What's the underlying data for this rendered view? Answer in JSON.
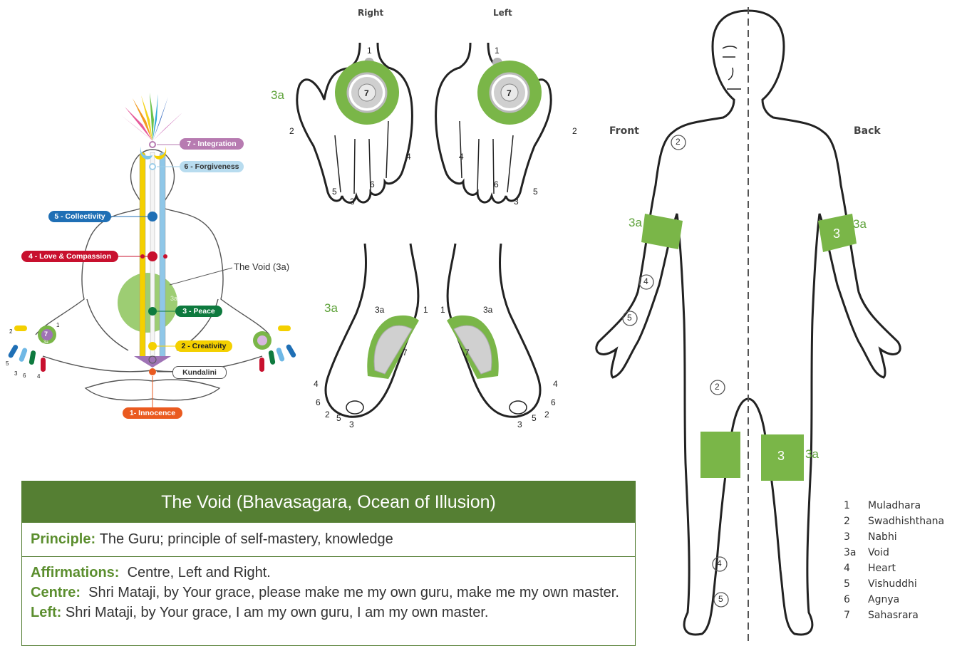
{
  "subtle_system": {
    "labels": {
      "integration": "7 - Integration",
      "forgiveness": "6 - Forgiveness",
      "collectivity": "5 - Collectivity",
      "love": "4 - Love & Compassion",
      "void": "The Void (3a)",
      "peace": "3 - Peace",
      "creativity": "2 - Creativity",
      "kundalini": "Kundalini",
      "innocence": "1- Innocence",
      "void_short": "3a"
    },
    "hand_left_nums": [
      "2",
      "7",
      "1",
      "5",
      "3",
      "6",
      "4",
      "3a"
    ],
    "colors": {
      "integration": "#b77bb1",
      "forgiveness": "#b8dcef",
      "collectivity": "#1f6fb5",
      "love": "#c8102e",
      "peace": "#0e7a3e",
      "creativity": "#f4d000",
      "innocence": "#ea5a1f",
      "void_green": "#7ab648"
    }
  },
  "hands": {
    "right_header": "Right",
    "left_header": "Left",
    "right": {
      "n1": "1",
      "n2": "2",
      "n3": "3",
      "n4": "4",
      "n5": "5",
      "n6": "6",
      "n7": "7"
    },
    "left": {
      "n1": "1",
      "n2": "2",
      "n3": "3",
      "n4": "4",
      "n5": "5",
      "n6": "6",
      "n7": "7"
    },
    "label_3a": "3a"
  },
  "feet": {
    "label_3a_big": "3a",
    "right": {
      "l3a": "3a",
      "n1": "1",
      "n7": "7",
      "n4": "4",
      "n6": "6",
      "n2": "2",
      "n5": "5",
      "n3": "3"
    },
    "left": {
      "l3a": "3a",
      "n1": "1",
      "n7": "7",
      "n4": "4",
      "n6": "6",
      "n2": "2",
      "n5": "5",
      "n3": "3"
    }
  },
  "body": {
    "front": "Front",
    "back": "Back",
    "arm_front_label": "3a",
    "arm_back_label": "3a",
    "arm_back_num": "3",
    "leg_back_num": "3",
    "leg_back_label": "3a",
    "circle_nums": [
      "2",
      "4",
      "5",
      "2",
      "4",
      "5"
    ]
  },
  "legend": [
    {
      "num": "1",
      "name": "Muladhara"
    },
    {
      "num": "2",
      "name": "Swadhishthana"
    },
    {
      "num": "3",
      "name": "Nabhi"
    },
    {
      "num": "3a",
      "name": "Void"
    },
    {
      "num": "4",
      "name": "Heart"
    },
    {
      "num": "5",
      "name": "Vishuddhi"
    },
    {
      "num": "6",
      "name": "Agnya"
    },
    {
      "num": "7",
      "name": "Sahasrara"
    }
  ],
  "void_box": {
    "title": "The Void  (Bhavasagara, Ocean of Illusion)",
    "principle_label": "Principle:",
    "principle_text": "The Guru; principle of self-mastery, knowledge",
    "affirmations_label": "Affirmations:",
    "affirmations_text": "Centre, Left and Right.",
    "centre_label": "Centre:",
    "centre_text": "Shri Mataji, by Your grace, please make me my own guru, make me my own master.",
    "left_label": "Left:",
    "left_text": "Shri Mataji, by Your grace, I am my own guru, I am my own master."
  }
}
